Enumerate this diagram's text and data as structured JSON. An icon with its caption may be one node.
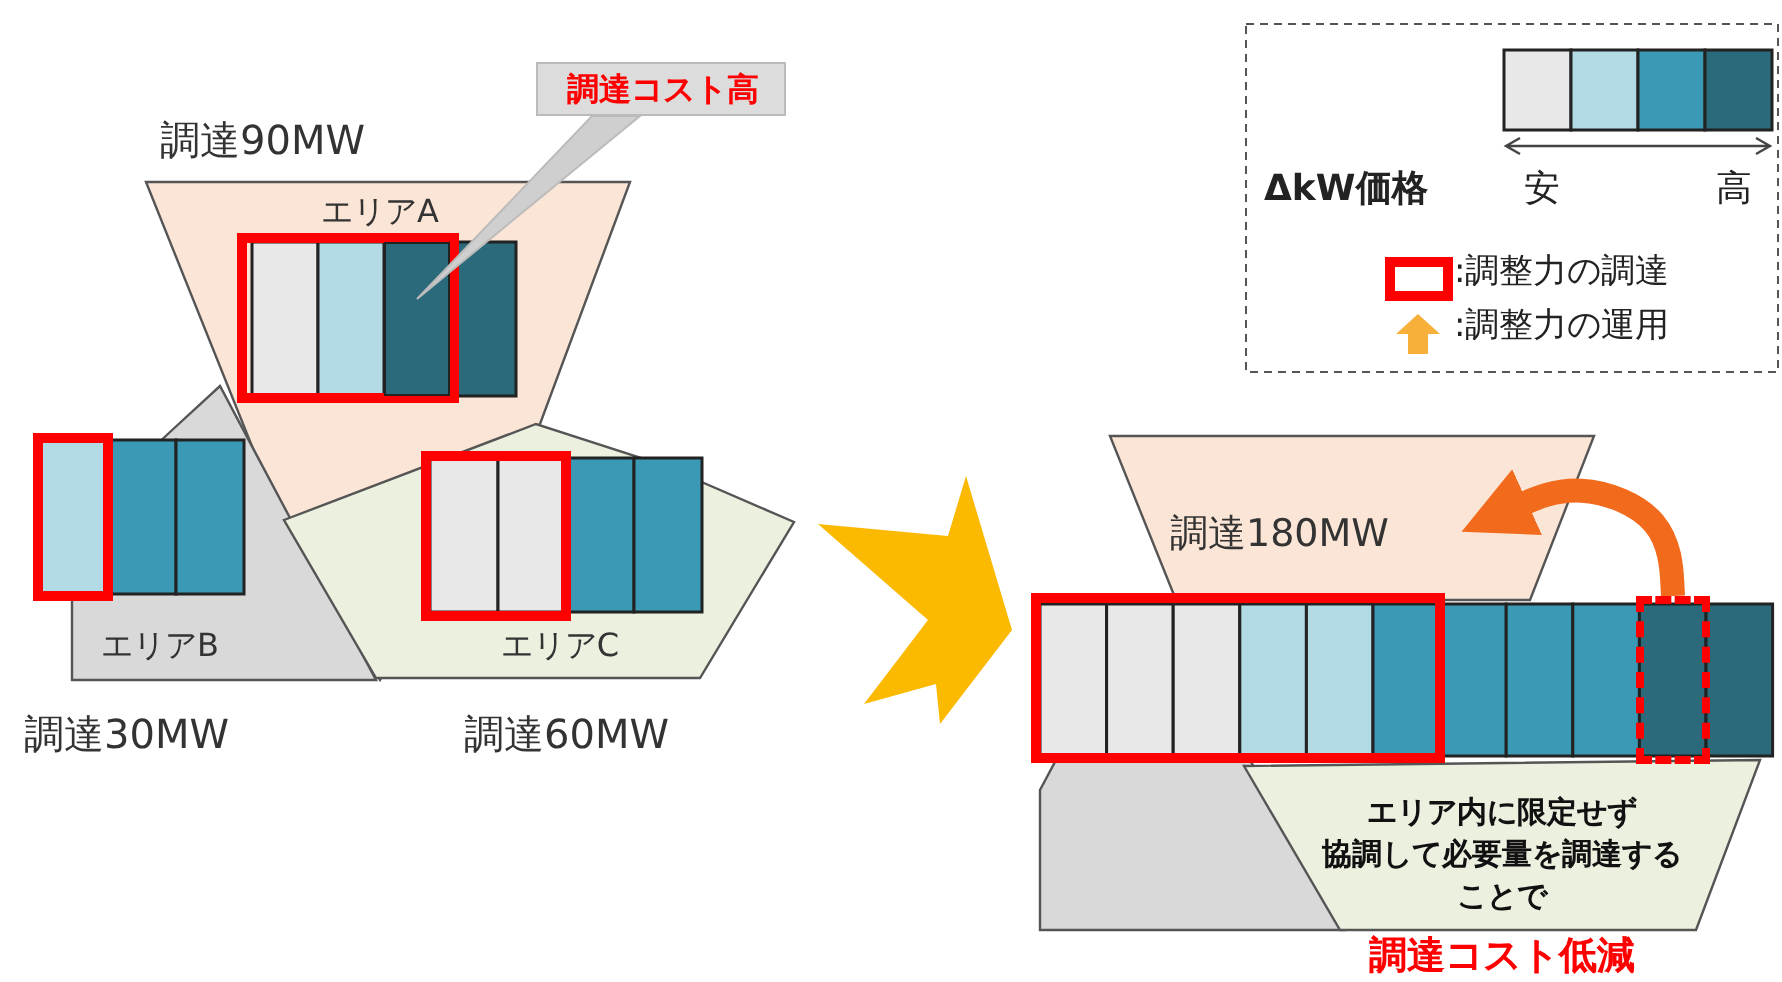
{
  "diagram": {
    "nodes": [
      {
        "text": [
          "エリアA"
        ],
        "beside": [
          "調達90MW"
        ]
      },
      {
        "text": [
          "エリアB"
        ],
        "beside": [
          "調達30MW"
        ]
      },
      {
        "text": [
          "エリアC"
        ],
        "beside": [
          "調達60MW"
        ]
      },
      {
        "text": [
          "調達コスト高"
        ]
      },
      {
        "text": [],
        "shape": "bar",
        "in": 0
      },
      {
        "text": [
          "調達180MW"
        ]
      },
      {
        "text": [],
        "shape": "box"
      },
      {
        "text": [
          "エリア内に限定せず",
          "協調して必要量を調達する",
          "ことで",
          "調達コスト低減"
        ]
      },
      {
        "text": [],
        "shape": "box"
      }
    ],
    "edges": [
      {
        "from": 3,
        "to": 4,
        "arrow": "none"
      },
      {
        "from": 8,
        "to": 5,
        "arrow": "to",
        "color": "#f26a1b"
      }
    ],
    "labels": [
      "ΔkW価格",
      "安",
      "高"
    ],
    "legend": [
      {
        "text": ":調整力の調達"
      },
      {
        "text": ":調整力の運用"
      }
    ]
  }
}
